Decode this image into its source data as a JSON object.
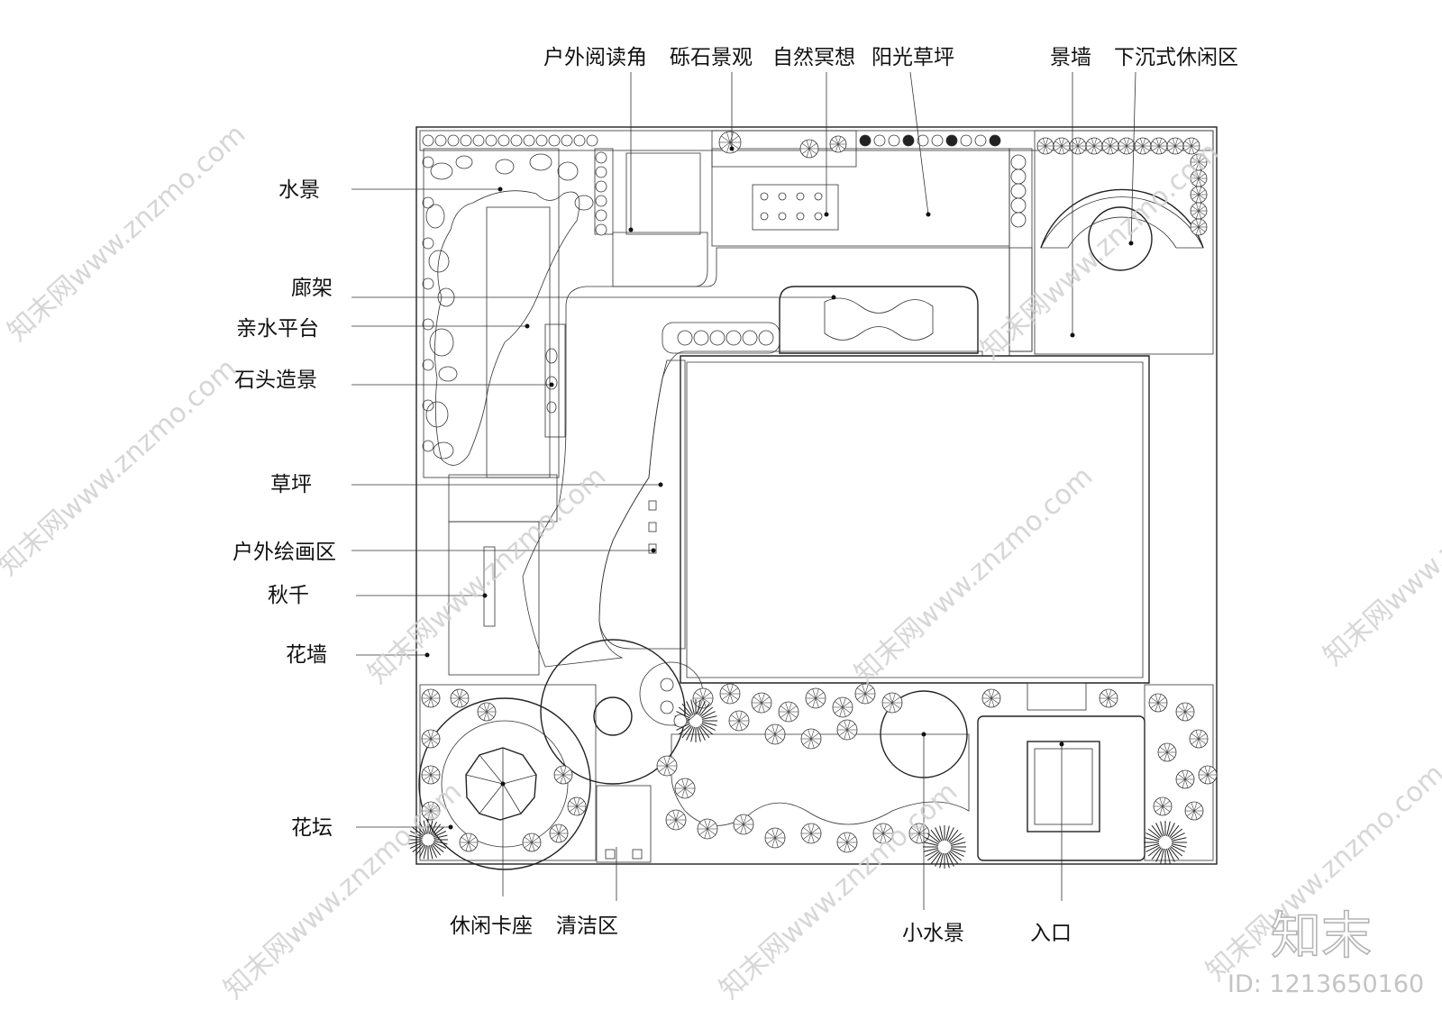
{
  "labels": {
    "reading_corner": "户外阅读角",
    "gravel": "砾石景观",
    "meditation": "自然冥想",
    "sunny_lawn": "阳光草坪",
    "feature_wall": "景墙",
    "sunken_lounge": "下沉式休闲区",
    "water_feature": "水景",
    "pergola": "廊架",
    "water_deck": "亲水平台",
    "rock_feature": "石头造景",
    "lawn": "草坪",
    "painting_area": "户外绘画区",
    "swing": "秋千",
    "flower_wall": "花墙",
    "flower_bed": "花坛",
    "booth_seat": "休闲卡座",
    "cleaning_area": "清洁区",
    "small_water": "小水景",
    "entrance": "入口"
  },
  "watermark": {
    "brand_cn": "知末",
    "brand_repeat": "知末网www.znzmo.com",
    "id_text": "ID: 1213650160"
  }
}
